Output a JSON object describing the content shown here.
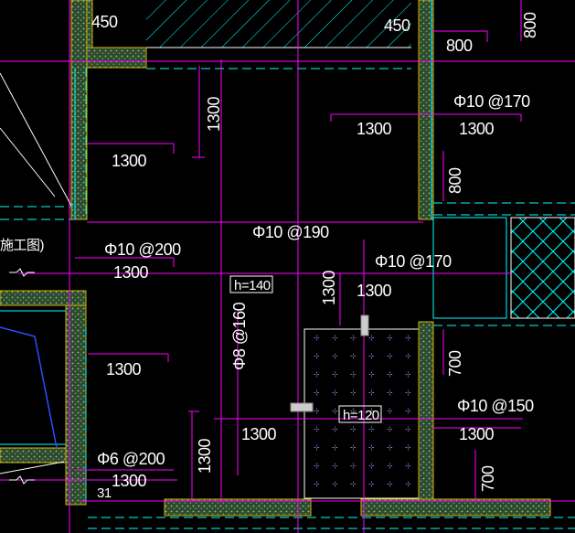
{
  "labels": {
    "dim_450_left": "450",
    "dim_450_right": "450",
    "dim_800_top": "800",
    "dim_800_top_vert": "800",
    "rebar_top_right": "Φ10 @170",
    "dim_1300_vert_top": "1300",
    "dim_1300_top_mid": "1300",
    "dim_1300_top_right": "1300",
    "dim_1300_left_1": "1300",
    "dim_800_right_vert": "800",
    "rebar_center": "Φ10 @190",
    "note_left": "施工图)",
    "rebar_left_1": "Φ10 @200",
    "dim_1300_left_2": "1300",
    "rebar_right_mid": "Φ10 @170",
    "slab_thk_1": "h=140",
    "dim_1300_vert_mid": "1300",
    "dim_1300_right_mid": "1300",
    "dim_1300_left_3": "1300",
    "rebar_vert": "Φ8 @160",
    "dim_700_right": "700",
    "rebar_right_low": "Φ10 @150",
    "slab_thk_2": "h=120",
    "dim_1300_low_mid": "1300",
    "dim_1300_low_right": "1300",
    "dim_1300_vert_low": "1300",
    "rebar_left_low": "Φ6 @200",
    "dim_1300_left_low": "1300",
    "dim_700_low": "700",
    "dim_31": "31"
  },
  "colors": {
    "background": "#000000",
    "magenta": "#ff00ff",
    "cyan": "#00ffff",
    "yellow": "#ffff00",
    "wall_hatch": "#5a8a5a",
    "blue": "#2a4fff",
    "white": "#ffffff"
  }
}
